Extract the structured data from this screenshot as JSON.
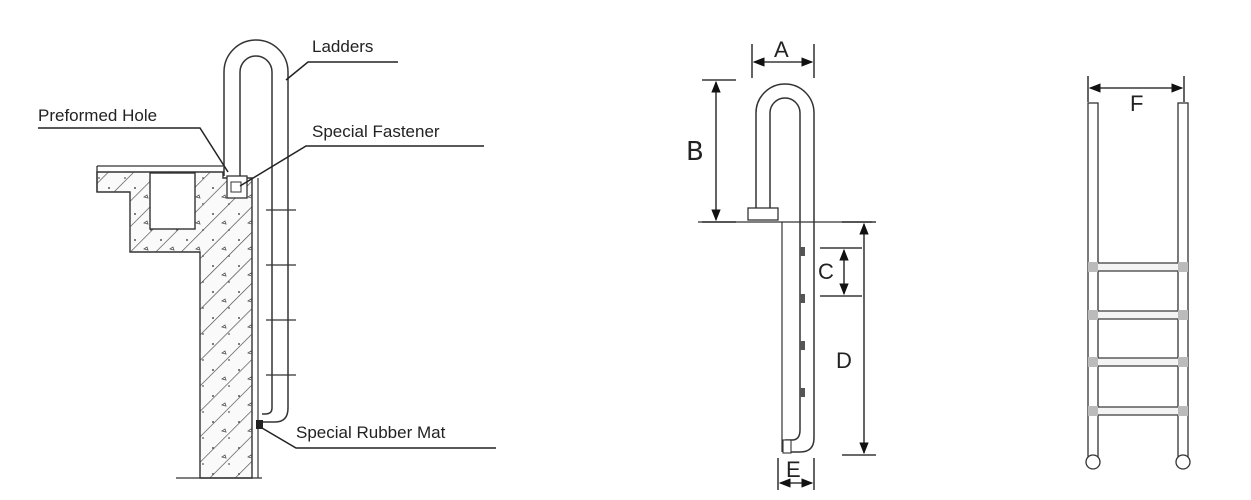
{
  "callouts": {
    "ladders": "Ladders",
    "preformed_hole": "Preformed Hole",
    "special_fastener": "Special Fastener",
    "special_rubber_mat": "Special Rubber Mat"
  },
  "dimensions": {
    "a": "A",
    "b": "B",
    "c": "C",
    "d": "D",
    "e": "E",
    "f": "F"
  }
}
